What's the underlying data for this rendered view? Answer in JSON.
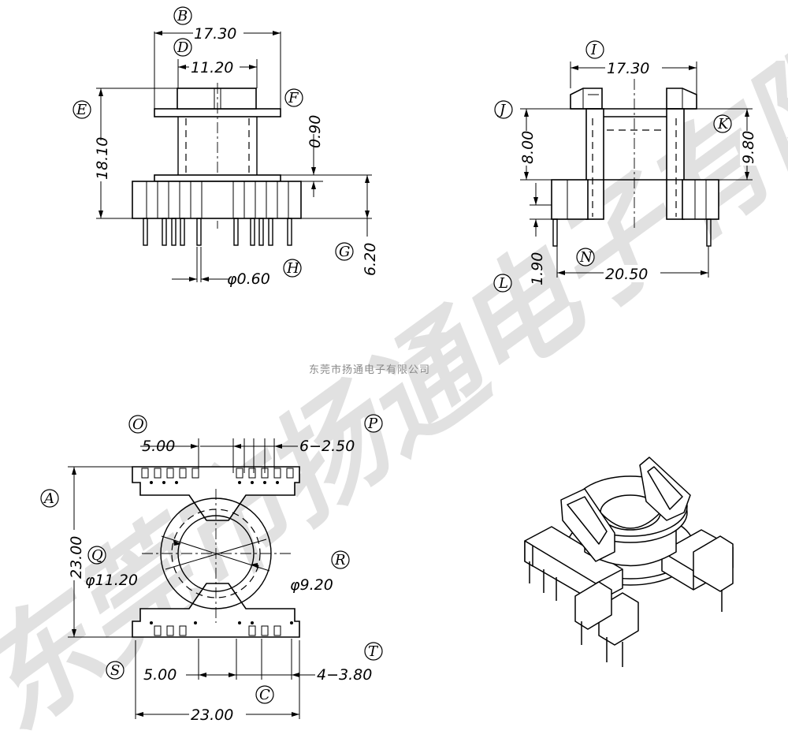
{
  "watermark": {
    "text": "东莞市扬通电子有限公司"
  },
  "company": {
    "name": "东莞市扬通电子有限公司"
  },
  "front_view": {
    "dim_B": "17.30",
    "dim_D": "11.20",
    "dim_E": "18.10",
    "dim_F": "0.90",
    "dim_G": "6.20",
    "dim_H": "φ0.60",
    "labels": {
      "B": "B",
      "D": "D",
      "E": "E",
      "F": "F",
      "G": "G",
      "H": "H"
    }
  },
  "side_view": {
    "dim_I": "17.30",
    "dim_J": "8.00",
    "dim_K": "9.80",
    "dim_L": "1.90",
    "dim_N": "20.50",
    "labels": {
      "I": "I",
      "J": "J",
      "K": "K",
      "L": "L",
      "N": "N"
    }
  },
  "top_view": {
    "dim_O": "5.00",
    "dim_P": "6−2.50",
    "dim_A": "23.00",
    "dim_Q": "φ11.20",
    "dim_R": "φ9.20",
    "dim_S": "5.00",
    "dim_T": "4−3.80",
    "dim_C": "23.00",
    "labels": {
      "O": "O",
      "P": "P",
      "A": "A",
      "Q": "Q",
      "R": "R",
      "S": "S",
      "T": "T",
      "C": "C"
    }
  },
  "iso_view": {
    "icon": "bobbin-isometric-icon"
  }
}
